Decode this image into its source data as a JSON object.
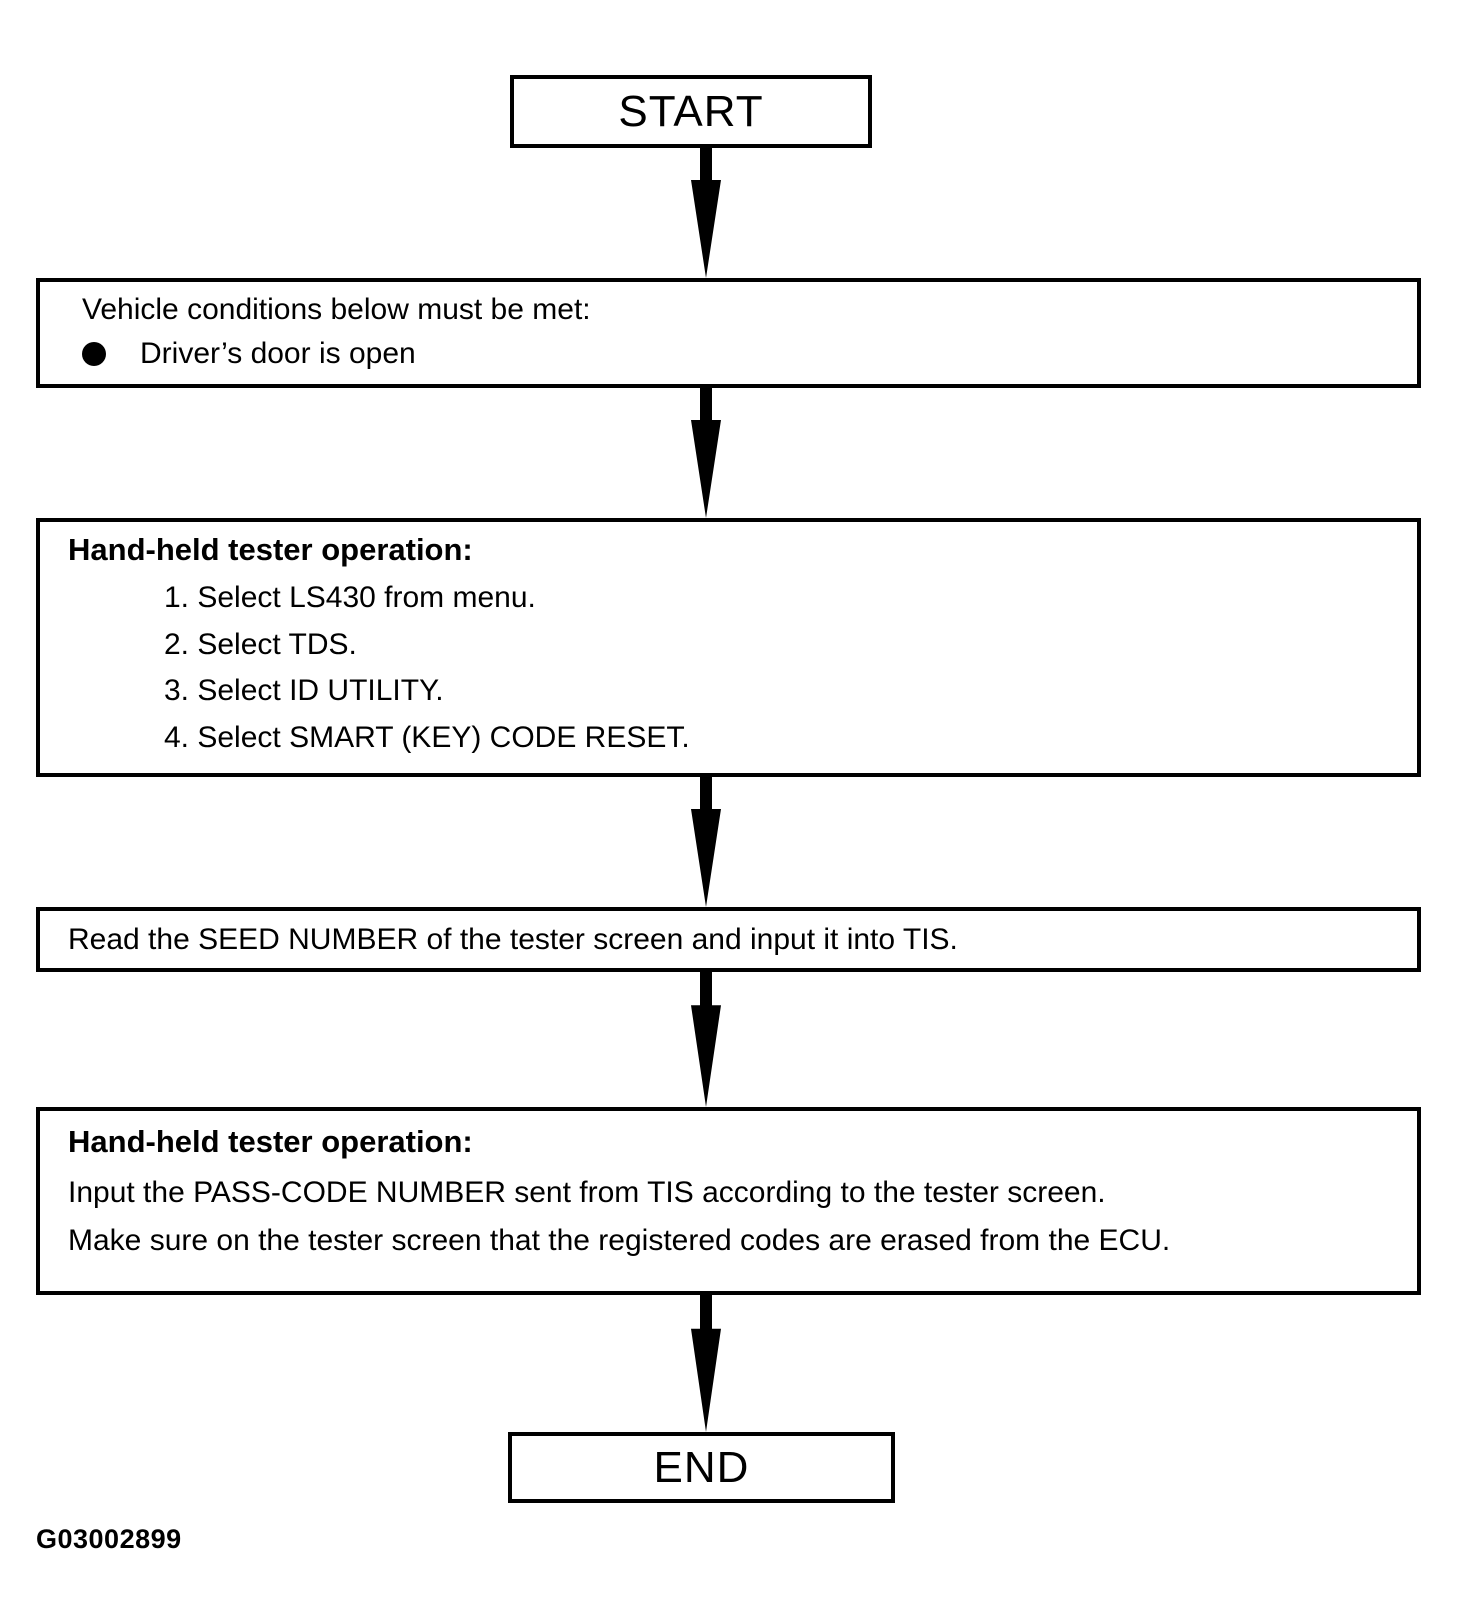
{
  "colors": {
    "ink": "#000000",
    "background": "#ffffff"
  },
  "flowchart": {
    "start_label": "START",
    "end_label": "END",
    "figure_code": "G03002899",
    "conditions": {
      "title": "Vehicle conditions below must be met:",
      "items": [
        "Driver’s door is open"
      ]
    },
    "tester_operation_1": {
      "heading": "Hand-held tester operation:",
      "steps": [
        "1. Select LS430 from menu.",
        "2. Select TDS.",
        "3. Select ID UTILITY.",
        "4. Select SMART (KEY) CODE RESET."
      ]
    },
    "seed_step": {
      "text": "Read the SEED NUMBER of the tester screen and input it into TIS."
    },
    "tester_operation_2": {
      "heading": "Hand-held tester operation:",
      "lines": [
        "Input the PASS-CODE NUMBER sent from TIS according to the tester screen.",
        "Make sure on the tester screen that the registered codes are erased from the ECU."
      ]
    }
  }
}
